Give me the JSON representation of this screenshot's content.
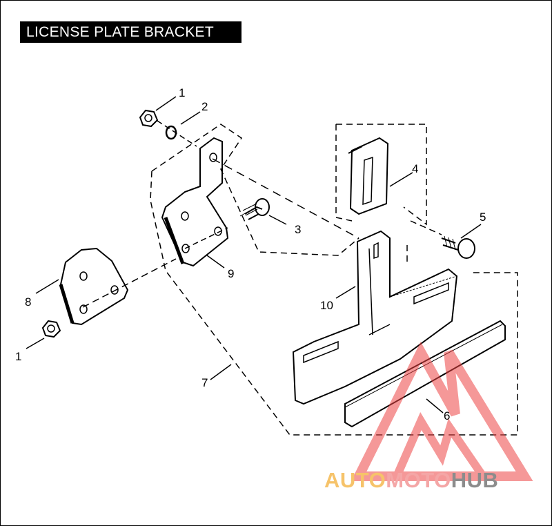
{
  "title": "LICENSE PLATE BRACKET",
  "callouts": [
    "1",
    "2",
    "3",
    "4",
    "5",
    "6",
    "7",
    "8",
    "9",
    "10",
    "1"
  ],
  "watermark": {
    "part1": "AUTO",
    "part2": "MOTO",
    "part3": "HUB",
    "colors": {
      "auto": "#f6c36a",
      "moto": "#f4a6a6",
      "hub": "#8c8c8c",
      "logo": "#ee4444"
    }
  }
}
